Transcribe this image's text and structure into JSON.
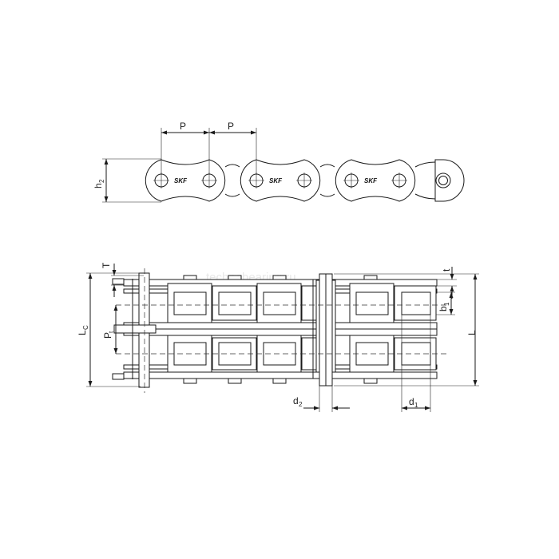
{
  "watermark": "technobearing.ru",
  "brand_logo": "SKF",
  "labels": {
    "pitch": "P",
    "h2_main": "h",
    "h2_sub": "2",
    "T": "T",
    "t": "t",
    "Lc_main": "L",
    "Lc_sub": "C",
    "Pt_main": "P",
    "Pt_sub": "t",
    "b1_main": "b",
    "b1_sub": "1",
    "L": "L",
    "d2_main": "d",
    "d2_sub": "2",
    "d1_main": "d",
    "d1_sub": "1"
  }
}
